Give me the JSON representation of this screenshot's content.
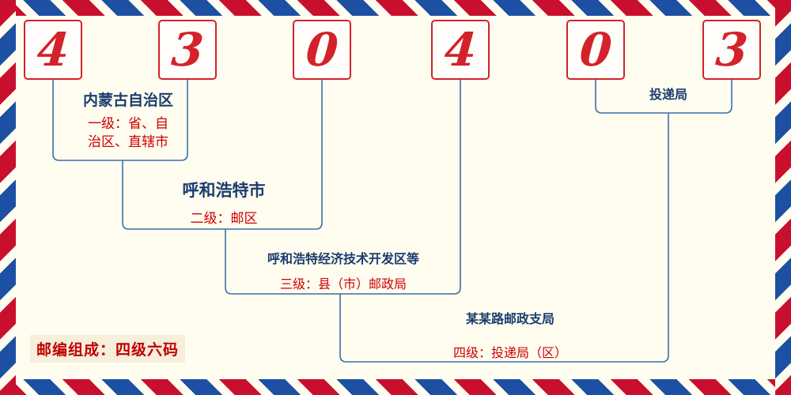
{
  "postal_code": {
    "digits": [
      "4",
      "3",
      "0",
      "4",
      "0",
      "3"
    ]
  },
  "labels": {
    "level1": {
      "title": "内蒙古自治区",
      "desc_line1": "一级：省、自",
      "desc_line2": "治区、直辖市"
    },
    "level2": {
      "title": "呼和浩特市",
      "desc": "二级：邮区"
    },
    "level3": {
      "title": "呼和浩特经济技术开发区等",
      "desc": "三级：县（市）邮政局"
    },
    "level4": {
      "title": "某某路邮政支局",
      "desc": "四级：投递局（区）"
    },
    "delivery": {
      "title": "投递局"
    }
  },
  "footer": {
    "composition": "邮编组成：四级六码"
  },
  "colors": {
    "digit_red": "#d3222a",
    "line_blue": "#3a6fa8",
    "label_navy": "#1b3c6e",
    "label_red": "#cc0000",
    "stripe_red": "#c8102e",
    "stripe_blue": "#1d50a2",
    "background": "#fffdf0"
  }
}
